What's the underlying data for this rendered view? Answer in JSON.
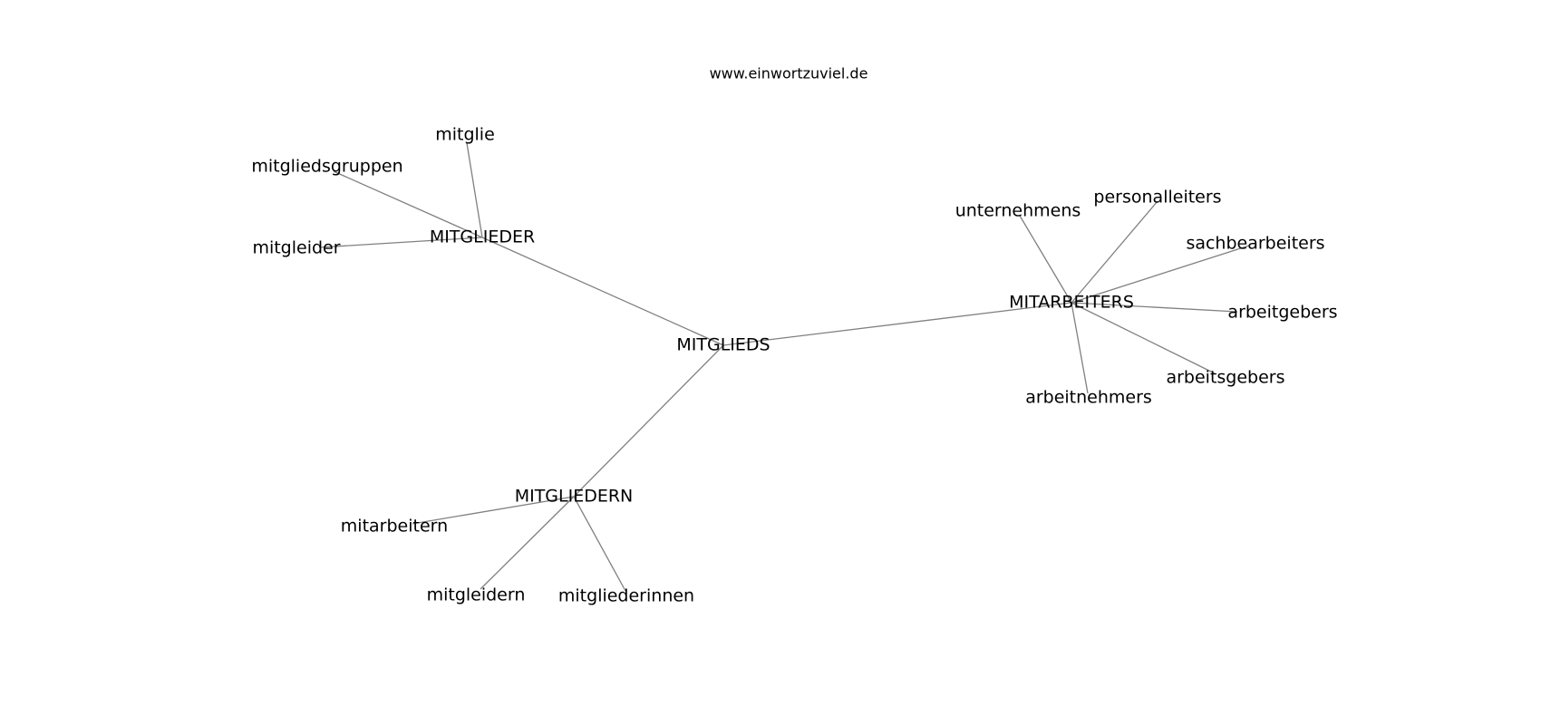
{
  "header": {
    "site": "www.einwortzuviel.de"
  },
  "graph": {
    "nodes": [
      {
        "id": "MITGLIEDS",
        "label": "MITGLIEDS"
      },
      {
        "id": "MITGLIEDER",
        "label": "MITGLIEDER"
      },
      {
        "id": "MITGLIEDERN",
        "label": "MITGLIEDERN"
      },
      {
        "id": "MITARBEITERS",
        "label": "MITARBEITERS"
      },
      {
        "id": "mitglie",
        "label": "mitglie"
      },
      {
        "id": "mitgliedsgruppen",
        "label": "mitgliedsgruppen"
      },
      {
        "id": "mitgleider",
        "label": "mitgleider"
      },
      {
        "id": "mitarbeitern",
        "label": "mitarbeitern"
      },
      {
        "id": "mitgleidern",
        "label": "mitgleidern"
      },
      {
        "id": "mitgliederinnen",
        "label": "mitgliederinnen"
      },
      {
        "id": "unternehmens",
        "label": "unternehmens"
      },
      {
        "id": "personalleiters",
        "label": "personalleiters"
      },
      {
        "id": "sachbearbeiters",
        "label": "sachbearbeiters"
      },
      {
        "id": "arbeitgebers",
        "label": "arbeitgebers"
      },
      {
        "id": "arbeitsgebers",
        "label": "arbeitsgebers"
      },
      {
        "id": "arbeitnehmers",
        "label": "arbeitnehmers"
      }
    ],
    "edges": [
      [
        "MITGLIEDS",
        "MITGLIEDER"
      ],
      [
        "MITGLIEDS",
        "MITGLIEDERN"
      ],
      [
        "MITGLIEDS",
        "MITARBEITERS"
      ],
      [
        "MITGLIEDER",
        "mitglie"
      ],
      [
        "MITGLIEDER",
        "mitgliedsgruppen"
      ],
      [
        "MITGLIEDER",
        "mitgleider"
      ],
      [
        "MITGLIEDERN",
        "mitarbeitern"
      ],
      [
        "MITGLIEDERN",
        "mitgleidern"
      ],
      [
        "MITGLIEDERN",
        "mitgliederinnen"
      ],
      [
        "MITARBEITERS",
        "unternehmens"
      ],
      [
        "MITARBEITERS",
        "personalleiters"
      ],
      [
        "MITARBEITERS",
        "sachbearbeiters"
      ],
      [
        "MITARBEITERS",
        "arbeitgebers"
      ],
      [
        "MITARBEITERS",
        "arbeitsgebers"
      ],
      [
        "MITARBEITERS",
        "arbeitnehmers"
      ]
    ]
  }
}
